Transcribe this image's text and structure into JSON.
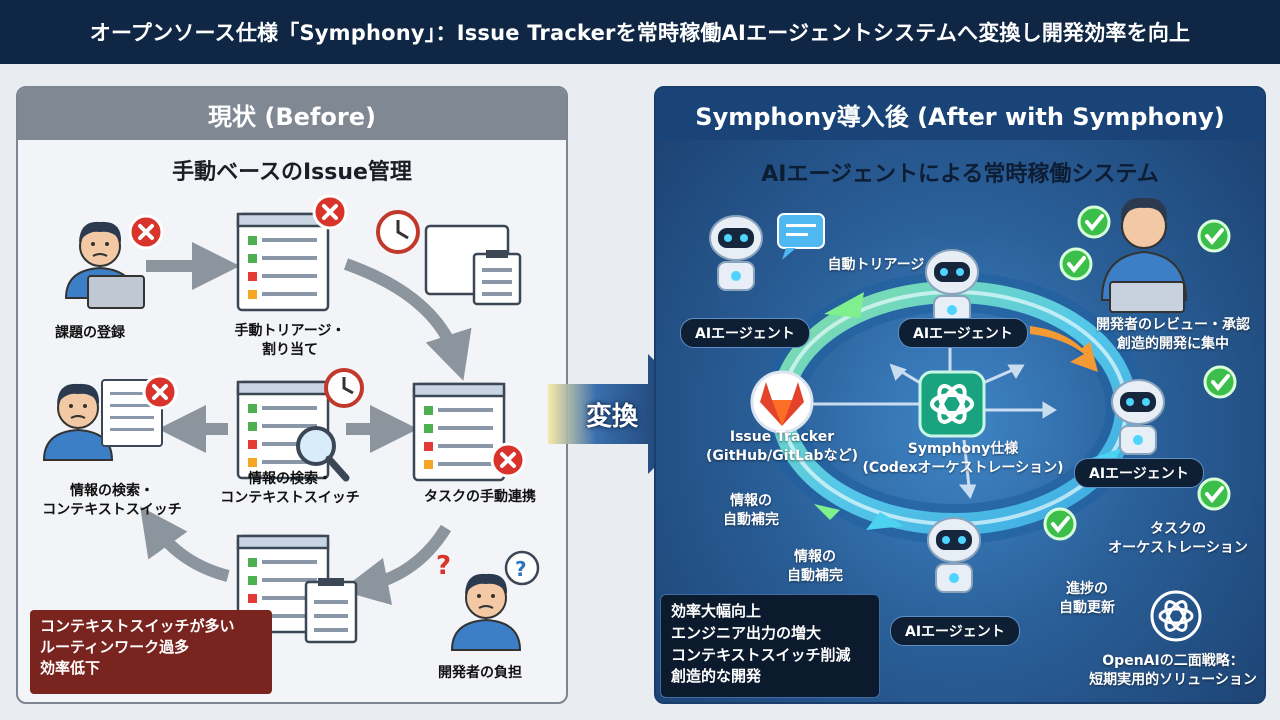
{
  "banner": {
    "title": "オープンソース仕様「Symphony」：Issue Trackerを常時稼働AIエージェントシステムへ変換し開発効率を向上"
  },
  "before": {
    "header": "現状 (Before)",
    "subtitle": "手動ベースのIssue管理",
    "labels": {
      "register": "課題の登録",
      "triage_1": "手動トリアージ・",
      "triage_2": "割り当て",
      "search_1": "情報の検索・",
      "search_2": "コンテキストスイッチ",
      "search_left_1": "情報の検索・",
      "search_left_2": "コンテキストスイッチ",
      "task_link": "タスクの手動連携",
      "dev_burden": "開発者の負担"
    },
    "problems": [
      "コンテキストスイッチが多い",
      "ルーティンワーク過多",
      "効率低下"
    ]
  },
  "convert": {
    "label": "変換"
  },
  "after": {
    "header": "Symphony導入後 (After with Symphony)",
    "subtitle": "AIエージェントによる常時稼働システム",
    "agent_label": "AIエージェント",
    "labels": {
      "auto_triage": "自動トリアージ",
      "review_1": "開発者のレビュー・承認",
      "review_2": "創造的開発に集中",
      "tracker_1": "Issue Tracker",
      "tracker_2": "(GitHub/GitLabなど)",
      "spec_1": "Symphony仕様",
      "spec_2": "(Codexオーケストレーション)",
      "info_auto_1": "情報の",
      "info_auto_2": "自動補完",
      "info_auto2_1": "情報の",
      "info_auto2_2": "自動補完",
      "task_orch_1": "タスクの",
      "task_orch_2": "オーケストレーション",
      "progress_1": "進捗の",
      "progress_2": "自動更新",
      "openai_1": "OpenAIの二面戦略：",
      "openai_2": "短期実用的ソリューション"
    },
    "benefits": [
      "効率大幅向上",
      "エンジニア出力の増大",
      "コンテキストスイッチ削減",
      "創造的な開発"
    ]
  },
  "colors": {
    "banner": "#0f2744",
    "error_red": "#d9342b",
    "success_green": "#3cbf4a",
    "gitlab_orange": "#e2432a",
    "openai_green": "#19a37f"
  },
  "icons": [
    "error-icon",
    "clock-icon",
    "magnifier-icon",
    "clipboard-icon",
    "question-icon",
    "robot-icon",
    "check-icon",
    "gitlab-icon",
    "openai-icon",
    "chat-bubble-icon"
  ]
}
